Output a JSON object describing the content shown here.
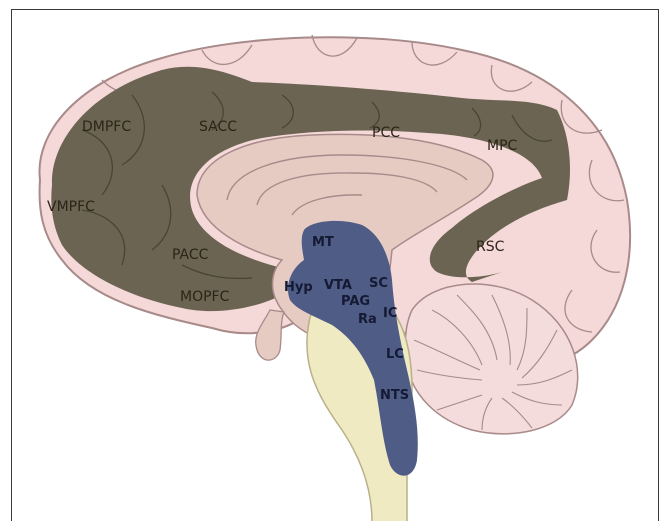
{
  "colors": {
    "cortex": "#f5d8d8",
    "cortex_outline": "#a88a8a",
    "network": "#6b6453",
    "brainstem_network": "#4f5c85",
    "inner_tissue": "#e6cbc3",
    "brainstem": "#efeac2",
    "cerebellum": "#f4dcdc",
    "frame": "#3a3a3a"
  },
  "cortical_labels": {
    "dmpfc": "DMPFC",
    "sacc": "SACC",
    "pcc": "PCC",
    "mpc": "MPC",
    "vmpfc": "VMPFC",
    "pacc": "PACC",
    "mopfc": "MOPFC",
    "rsc": "RSC"
  },
  "subcortical_labels": {
    "mt": "MT",
    "hyp": "Hyp",
    "vta": "VTA",
    "sc": "SC",
    "pag": "PAG",
    "ra": "Ra",
    "ic": "IC",
    "lc": "LC",
    "nts": "NTS"
  }
}
